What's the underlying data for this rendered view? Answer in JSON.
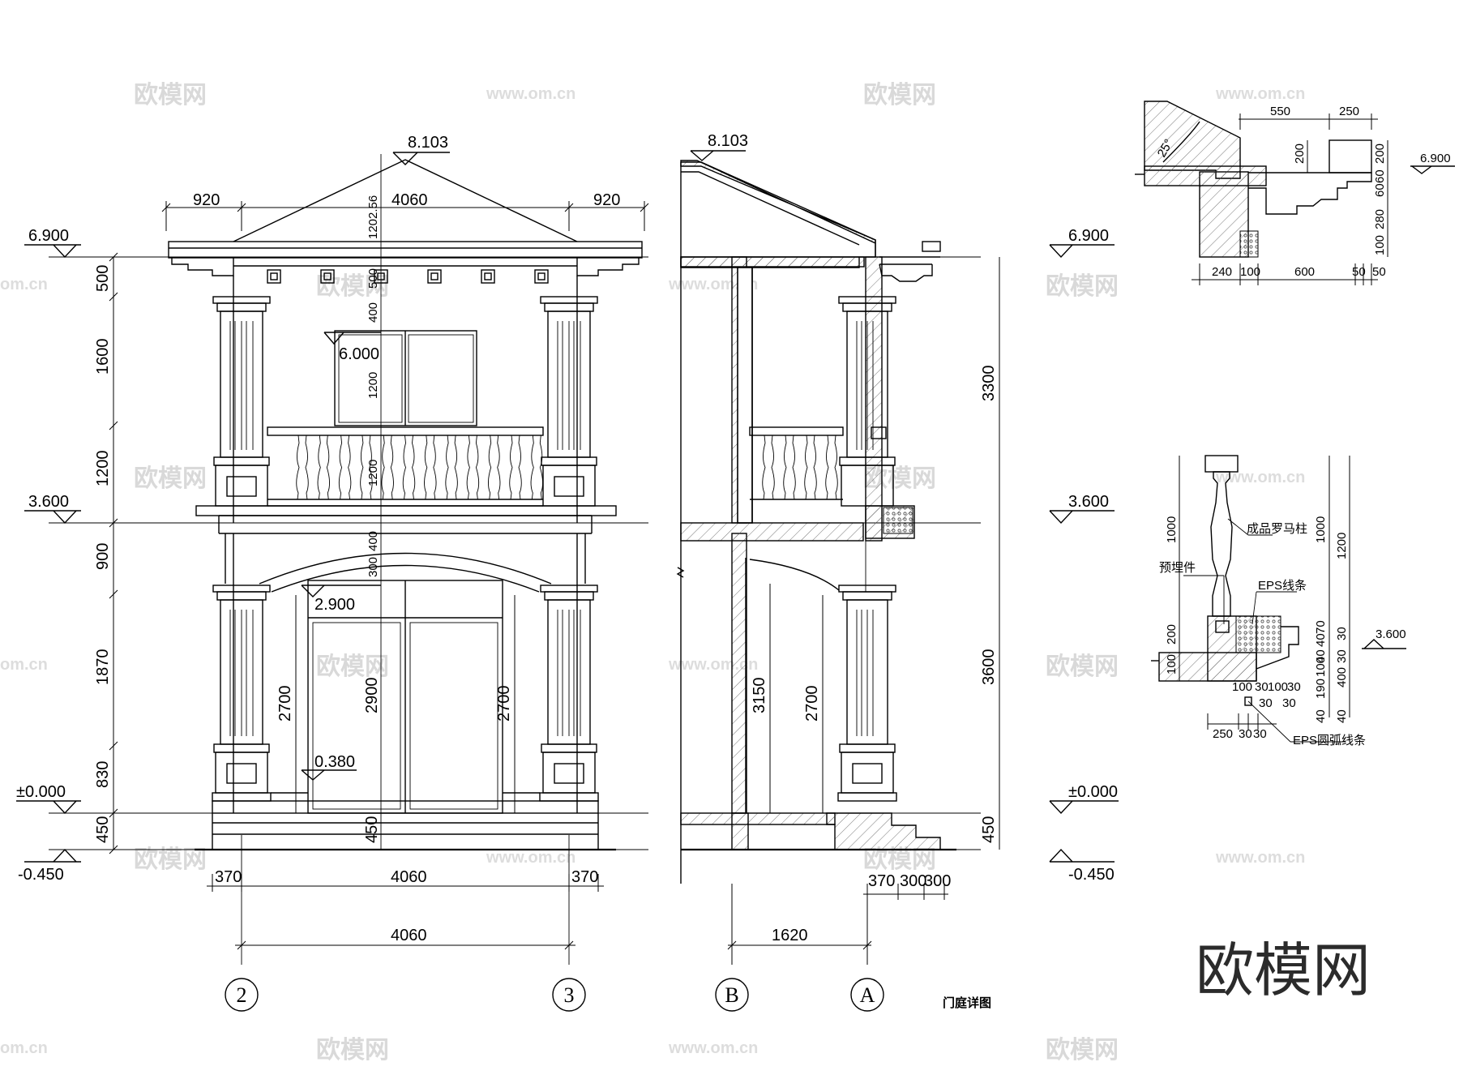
{
  "title": "门庭详图",
  "logo": "欧模网",
  "watermarks": {
    "brand": "欧模网",
    "url": "www.om.cn",
    "url_partial": "om.cn"
  },
  "elevations": {
    "ridge": "8.103",
    "roof": "6.900",
    "second_floor": "3.600",
    "ground": "±0.000",
    "grade": "-0.450",
    "window_sill": "6.000",
    "door_head": "2.900",
    "step": "0.380"
  },
  "front_elevation": {
    "top_dims": [
      "920",
      "4060",
      "920"
    ],
    "left_dims": [
      "500",
      "1600",
      "1200",
      "900",
      "1870",
      "830",
      "450"
    ],
    "center_vertical": [
      "1202.56",
      "500",
      "400",
      "1200",
      "1200",
      "400",
      "300",
      "2900",
      "450"
    ],
    "door_heights": [
      "2700",
      "2700"
    ],
    "bottom_dims": [
      "370",
      "4060",
      "370"
    ],
    "axis_span": "4060",
    "axes": [
      "2",
      "3"
    ]
  },
  "section": {
    "right_dims": [
      "3300",
      "3600",
      "450"
    ],
    "inner_heights": [
      "3150",
      "2700"
    ],
    "bottom_dims": [
      "370",
      "300",
      "300"
    ],
    "axis_span": "1620",
    "axes": [
      "B",
      "A"
    ]
  },
  "detail_cornice": {
    "angle": "25°",
    "top_dims": [
      "550",
      "250"
    ],
    "inner_height": "200",
    "right_dims": [
      "200",
      "60",
      "60",
      "280",
      "100"
    ],
    "bottom_dims": [
      "240",
      "100",
      "600",
      "50",
      "50"
    ],
    "elevation": "6.900"
  },
  "detail_balustrade": {
    "labels": {
      "column": "成品罗马柱",
      "embed": "预埋件",
      "eps_line": "EPS线条",
      "eps_arc": "EPS圆弧线条"
    },
    "left_dims": [
      "1000",
      "200",
      "100"
    ],
    "right_dims": [
      "1000",
      "1200",
      "70",
      "40",
      "30",
      "40",
      "30",
      "100",
      "400",
      "190",
      "40",
      "40"
    ],
    "bottom_row": [
      "100",
      "30",
      "100",
      "30",
      "30",
      "30"
    ],
    "base_dims": [
      "250",
      "30",
      "30"
    ],
    "elevation": "3.600"
  }
}
